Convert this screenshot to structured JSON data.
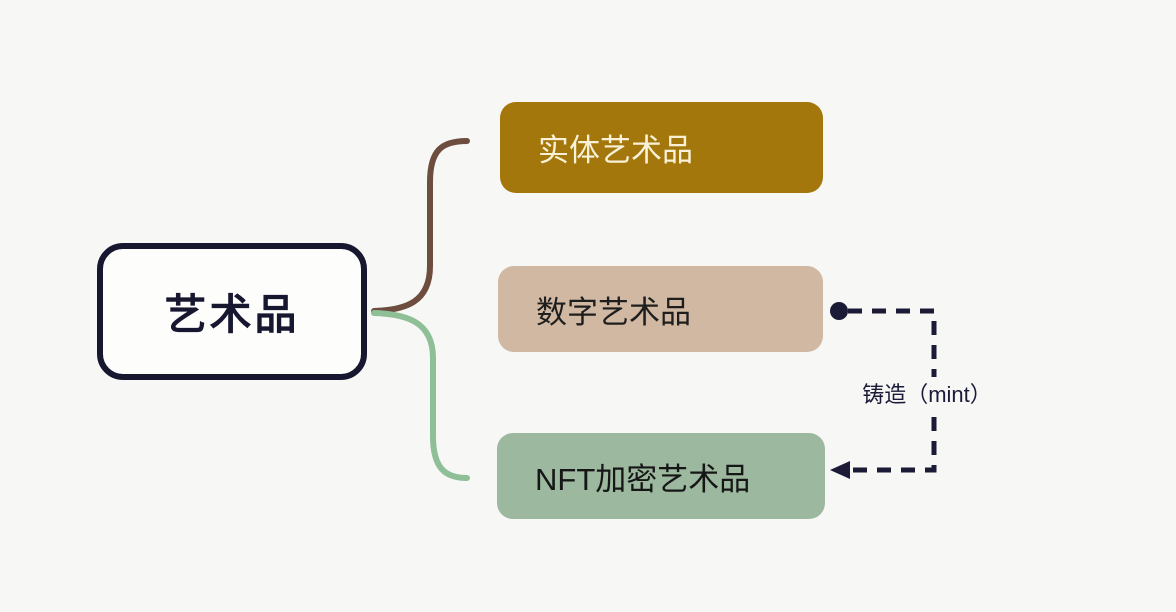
{
  "canvas": {
    "background": "#f7f7f5"
  },
  "root": {
    "label": "艺术品",
    "text_color": "#171730",
    "border_color": "#171730",
    "fill": "#fdfdfc"
  },
  "children": [
    {
      "label": "实体艺术品",
      "fill": "#a3770b",
      "text_color": "#f8f1d8"
    },
    {
      "label": "数字艺术品",
      "fill": "#d0b8a2",
      "text_color": "#1e1e1e"
    },
    {
      "label": "NFT加密艺术品",
      "fill": "#9cb89e",
      "text_color": "#161616"
    }
  ],
  "connectors": {
    "top_branch_color": "#6d4d3e",
    "bottom_branch_color": "#8fbf97",
    "mint": {
      "label": "铸造（mint）",
      "color": "#1b1b38"
    }
  }
}
